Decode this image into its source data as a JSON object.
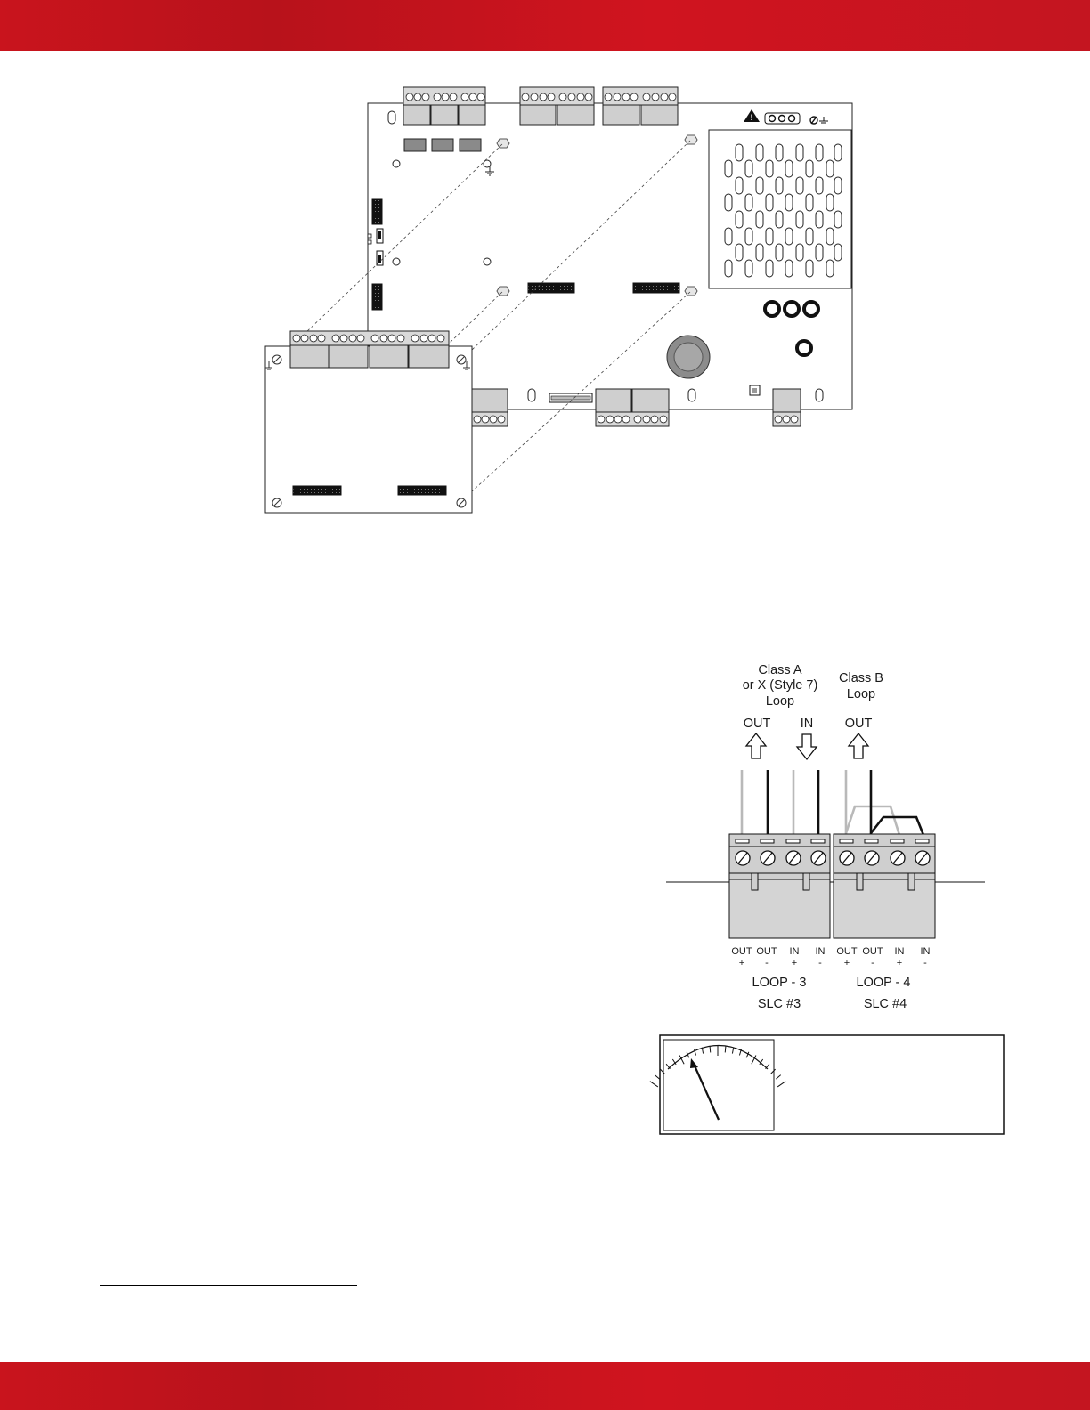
{
  "colors": {
    "band": "#c9141d",
    "board_fill": "#ffffff",
    "terminal_fill": "#cfcfcf",
    "connector": "#111111",
    "wire_gray": "#b9b9b9",
    "wire_black": "#111111"
  },
  "icons": {
    "warning": "warning-triangle-icon",
    "ground": "ground-icon",
    "meter": "meter-gauge-icon"
  },
  "wiring": {
    "class_a": {
      "line1": "Class A",
      "line2": "or X (Style 7)",
      "line3": "Loop"
    },
    "class_b": {
      "line1": "Class B",
      "line2": "Loop"
    },
    "arrows": {
      "out_a": "OUT",
      "in_a": "IN",
      "out_b": "OUT"
    },
    "loop3": {
      "pins": [
        {
          "name": "OUT",
          "pol": "+"
        },
        {
          "name": "OUT",
          "pol": "-"
        },
        {
          "name": "IN",
          "pol": "+"
        },
        {
          "name": "IN",
          "pol": "-"
        }
      ],
      "label": "LOOP - 3",
      "slc": "SLC #3"
    },
    "loop4": {
      "pins": [
        {
          "name": "OUT",
          "pol": "+"
        },
        {
          "name": "OUT",
          "pol": "-"
        },
        {
          "name": "IN",
          "pol": "+"
        },
        {
          "name": "IN",
          "pol": "-"
        }
      ],
      "label": "LOOP - 4",
      "slc": "SLC #4"
    }
  }
}
